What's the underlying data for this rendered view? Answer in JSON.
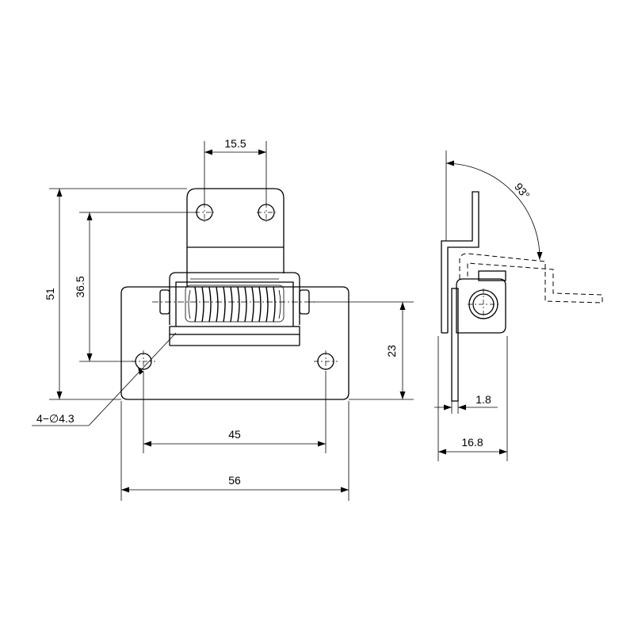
{
  "dimensions": {
    "top_hole_spacing": "15.5",
    "total_height": "51",
    "hole_vertical_spacing": "36.5",
    "bottom_hole_height": "23",
    "hole_callout": "4−∅4.3",
    "bottom_hole_spacing": "45",
    "total_width": "56",
    "rotation_angle": "93°",
    "material_thickness": "1.8",
    "side_depth": "16.8"
  }
}
